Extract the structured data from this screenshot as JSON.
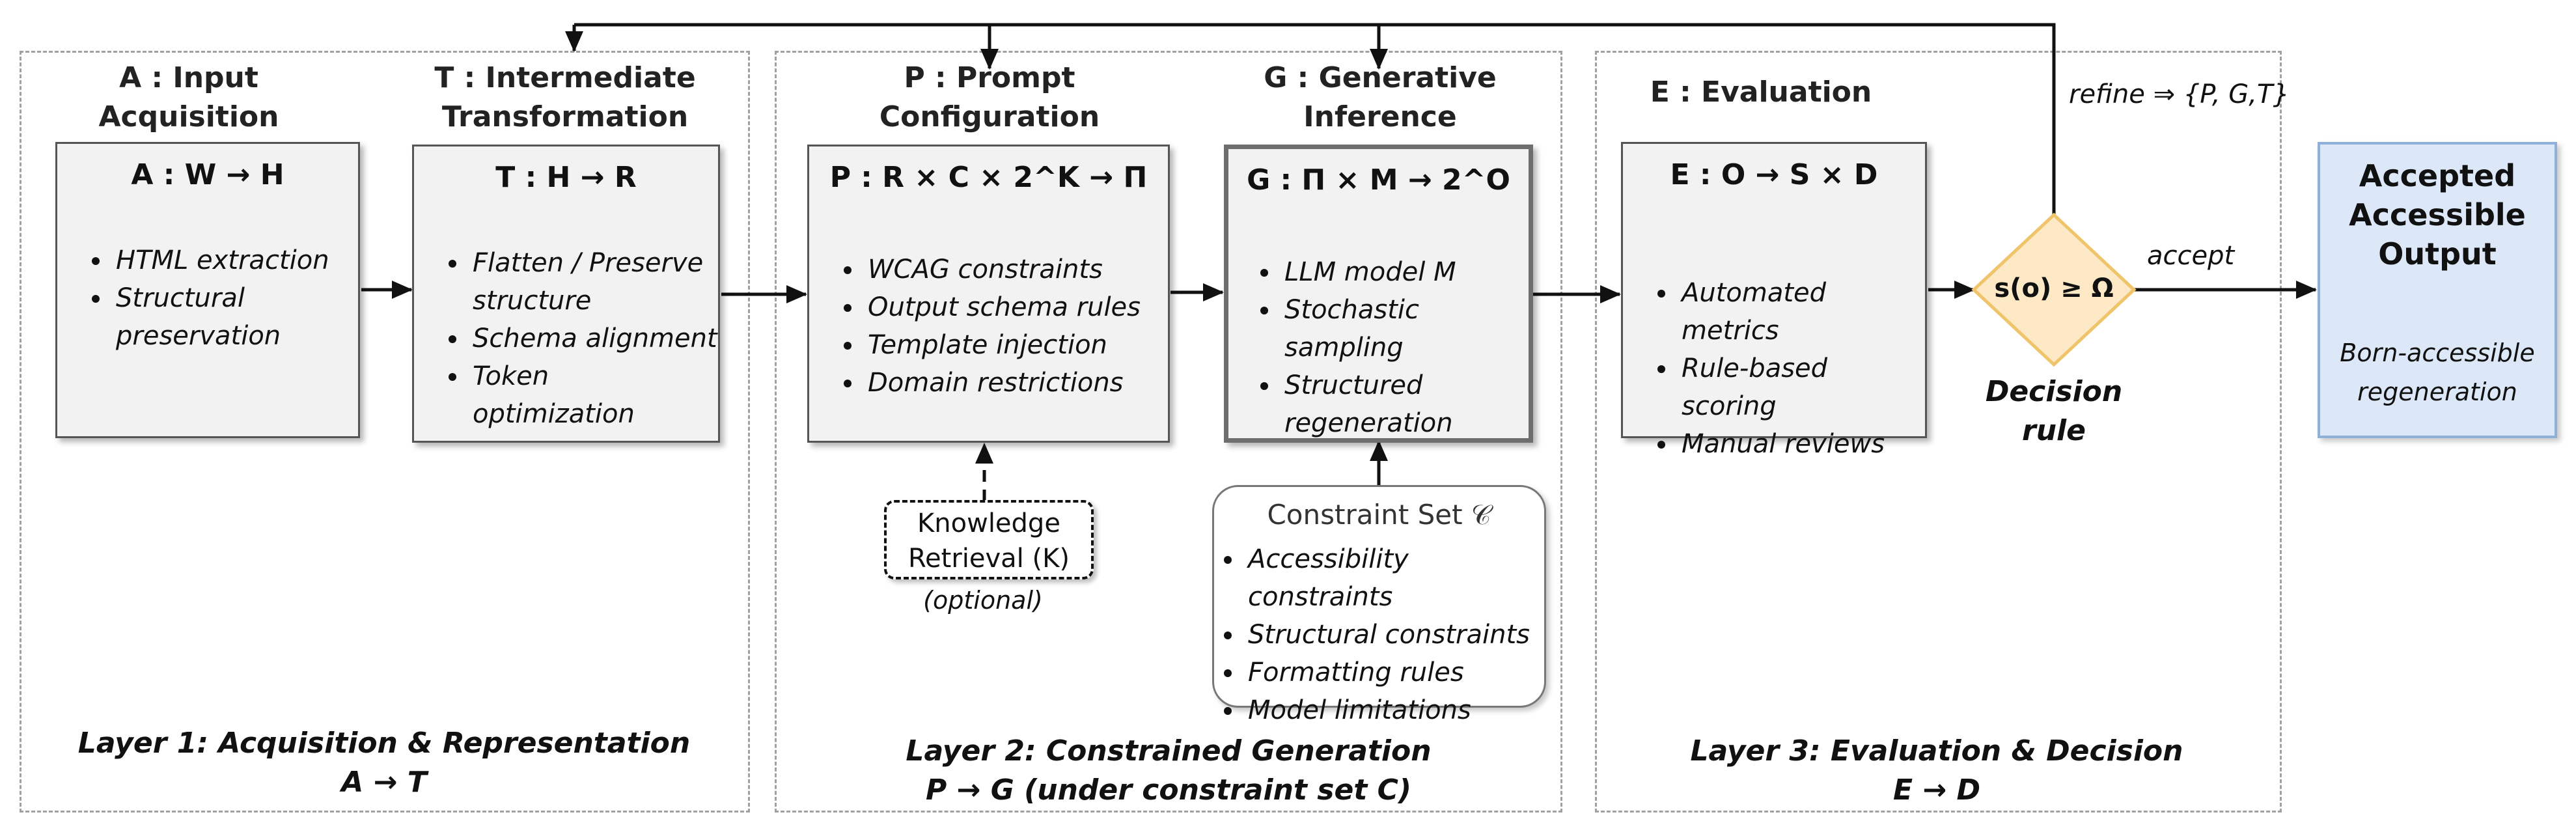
{
  "stages": {
    "A": {
      "heading_line1": "A : Input",
      "heading_line2": "Acquisition",
      "formula": "A : W → H",
      "bullets": [
        "HTML extraction",
        "Structural",
        "preservation"
      ]
    },
    "T": {
      "heading_line1": "T : Intermediate",
      "heading_line2": "Transformation",
      "formula": "T : H → R",
      "bullets": [
        "Flatten / Preserve",
        "structure",
        "Schema alignment",
        "Token optimization"
      ]
    },
    "P": {
      "heading_line1": "P : Prompt",
      "heading_line2": "Configuration",
      "formula": "P : R × C × 2^K → Π",
      "bullets": [
        "WCAG constraints",
        "Output schema rules",
        "Template injection",
        "Domain restrictions"
      ]
    },
    "G": {
      "heading_line1": "G : Generative",
      "heading_line2": "Inference",
      "formula": "G : Π × M → 2^O",
      "bullets": [
        "LLM model M",
        "Stochastic sampling",
        "Structured",
        "regeneration"
      ]
    },
    "E": {
      "heading": "E : Evaluation",
      "formula": "E : O → S × D",
      "bullets": [
        "Automated metrics",
        "Rule-based scoring",
        "Manual reviews"
      ]
    }
  },
  "knowledge": {
    "line1": "Knowledge",
    "line2": "Retrieval (K)",
    "note": "(optional)"
  },
  "constraint_set": {
    "title": "Constraint Set 𝒞",
    "items": [
      "Accessibility constraints",
      "Structural constraints",
      "Formatting rules",
      "Model limitations"
    ]
  },
  "decision": {
    "condition": "s(o) ≥ Ω",
    "label_line1": "Decision",
    "label_line2": "rule",
    "accept": "accept",
    "refine": "refine ⇒ {P, G,T}"
  },
  "output": {
    "title_line1": "Accepted",
    "title_line2": "Accessible",
    "title_line3": "Output",
    "sub_line1": "Born-accessible",
    "sub_line2": "regeneration"
  },
  "layers": [
    {
      "title": "Layer 1: Acquisition & Representation",
      "sub": "A → T"
    },
    {
      "title": "Layer 2: Constrained Generation",
      "sub": "P → G (under constraint set C)"
    },
    {
      "title": "Layer 3: Evaluation & Decision",
      "sub": "E → D"
    }
  ],
  "colors": {
    "decision_fill": "#fde9c6",
    "decision_border": "#f0c46a",
    "output_fill": "#dce8f7",
    "output_border": "#8fb0d8"
  }
}
